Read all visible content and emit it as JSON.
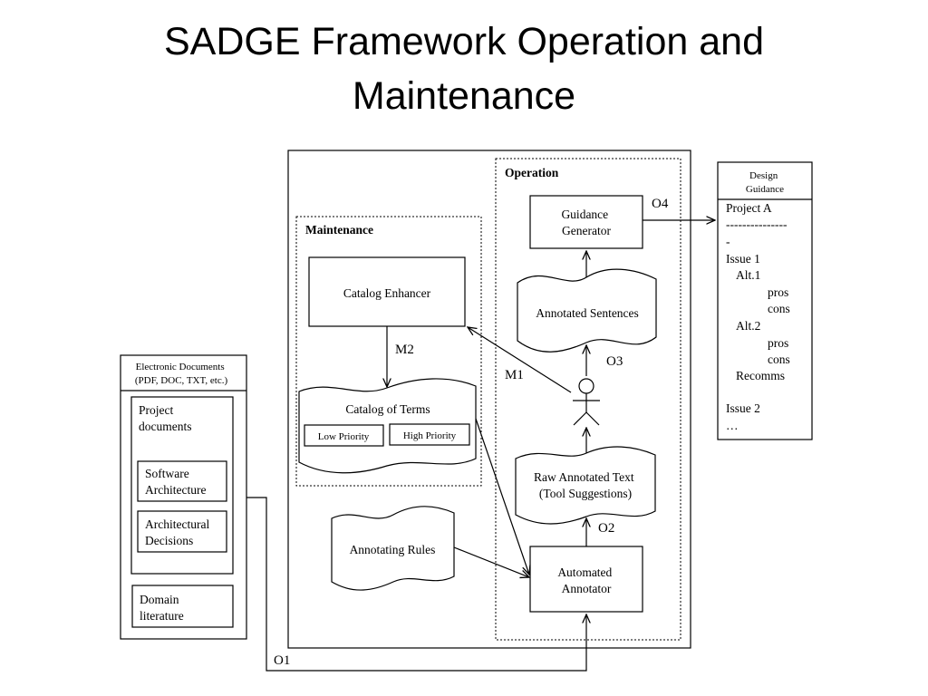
{
  "title": {
    "line1": "SADGE Framework Operation and",
    "line2": "Maintenance"
  },
  "regions": {
    "operation": "Operation",
    "maintenance": "Maintenance"
  },
  "nodes": {
    "guidance_generator": [
      "Guidance",
      "Generator"
    ],
    "annotated_sentences": "Annotated Sentences",
    "catalog_enhancer": "Catalog Enhancer",
    "catalog_of_terms": "Catalog of Terms",
    "low_priority": "Low Priority",
    "high_priority": "High Priority",
    "raw_annotated_text": [
      "Raw Annotated Text",
      "(Tool Suggestions)"
    ],
    "annotating_rules": "Annotating Rules",
    "automated_annotator": [
      "Automated",
      "Annotator"
    ]
  },
  "edge_labels": {
    "o1": "O1",
    "o2": "O2",
    "o3": "O3",
    "o4": "O4",
    "m1": "M1",
    "m2": "M2"
  },
  "electronic_documents": {
    "header": [
      "Electronic Documents",
      "(PDF, DOC, TXT, etc.)"
    ],
    "project_documents": [
      "Project",
      "documents"
    ],
    "software_architecture": [
      "Software",
      "Architecture"
    ],
    "architectural_decisions": [
      "Architectural",
      "Decisions"
    ],
    "domain_literature": [
      "Domain",
      "literature"
    ]
  },
  "design_guidance": {
    "header": [
      "Design",
      "Guidance"
    ],
    "lines": {
      "project": "Project A",
      "dashes": "---------------",
      "dash": "-",
      "issue1": "Issue 1",
      "alt1": "Alt.1",
      "pros1": "pros",
      "cons1": "cons",
      "alt2": "Alt.2",
      "pros2": "pros",
      "cons2": "cons",
      "recomms": "Recomms",
      "issue2": "Issue 2",
      "ellipsis": "…"
    }
  }
}
